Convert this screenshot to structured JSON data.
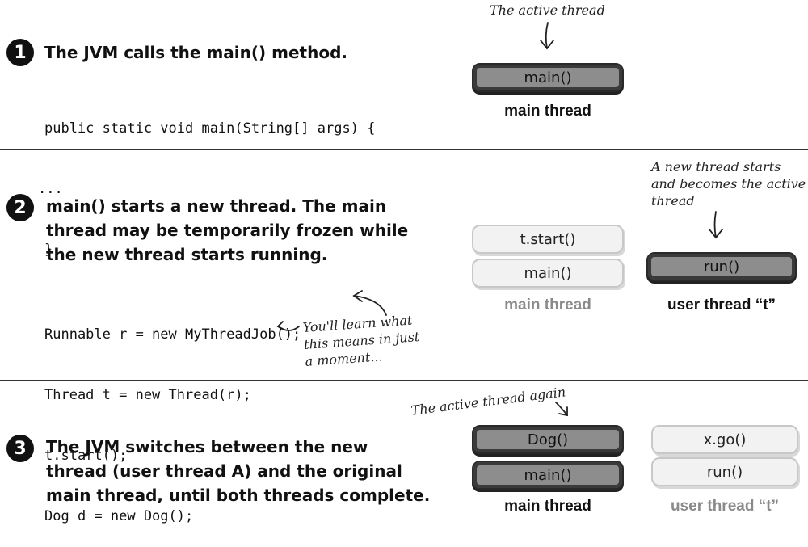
{
  "step1": {
    "number": "1",
    "heading": "The JVM calls the main() method.",
    "code": [
      "public static void main(String[] args) {",
      "...",
      "}"
    ],
    "annotation": "The active thread",
    "stacks": [
      {
        "label": "main thread",
        "dim": false,
        "frames": [
          {
            "text": "main()",
            "active": true
          }
        ]
      }
    ]
  },
  "step2": {
    "number": "2",
    "heading": [
      "main() starts a new thread. The main",
      "thread may be temporarily frozen while",
      "the new thread starts running."
    ],
    "code": [
      "Runnable r = new MyThreadJob();",
      "Thread t = new Thread(r);",
      "t.start();",
      "Dog d = new Dog();"
    ],
    "annotation": [
      "A new thread starts",
      "and becomes the active",
      "thread"
    ],
    "side_note": [
      "You'll learn what",
      "this means in just",
      "a moment..."
    ],
    "stacks": [
      {
        "label": "main thread",
        "dim": true,
        "frames": [
          {
            "text": "t.start()",
            "active": false
          },
          {
            "text": "main()",
            "active": false
          }
        ]
      },
      {
        "label": "user thread “t”",
        "dim": false,
        "frames": [
          {
            "text": "run()",
            "active": true
          }
        ]
      }
    ]
  },
  "step3": {
    "number": "3",
    "heading": [
      "The JVM switches between the new",
      "thread (user thread A) and the original",
      "main thread, until both threads complete."
    ],
    "annotation": "The active thread again",
    "stacks": [
      {
        "label": "main thread",
        "dim": false,
        "frames": [
          {
            "text": "Dog()",
            "active": true
          },
          {
            "text": "main()",
            "active": true
          }
        ]
      },
      {
        "label": "user thread “t”",
        "dim": true,
        "frames": [
          {
            "text": "x.go()",
            "active": false
          },
          {
            "text": "run()",
            "active": false
          }
        ]
      }
    ]
  }
}
